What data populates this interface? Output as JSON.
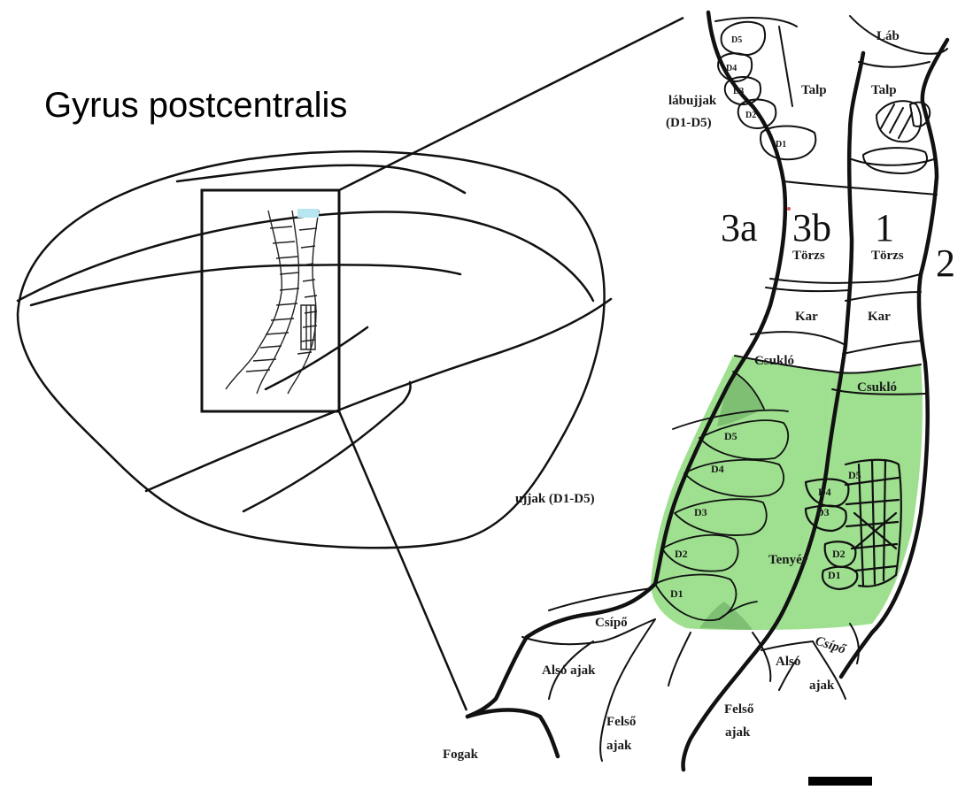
{
  "title": "Gyrus postcentralis",
  "areas": {
    "a3a": "3a",
    "a3b": "3b",
    "a1": "1",
    "a2": "2"
  },
  "labels": {
    "lab": "Láb",
    "talp_left": "Talp",
    "talp_right": "Talp",
    "labujjak_line1": "lábujjak",
    "labujjak_line2": "(D1-D5)",
    "torzs_left": "Törzs",
    "torzs_right": "Törzs",
    "kar_left": "Kar",
    "kar_right": "Kar",
    "csuklo_left": "Csukló",
    "csuklo_right": "Csukló",
    "ujjak": "ujjak (D1-D5)",
    "tenyer": "Tenyér",
    "csipo_left": "Csípő",
    "csipo_right": "Csípő",
    "also_ajak_left": "Alsó ajak",
    "also_ajak_right_1": "Alsó",
    "also_ajak_right_2": "ajak",
    "felso_ajak_left_1": "Felső",
    "felso_ajak_left_2": "ajak",
    "felso_ajak_right_1": "Felső",
    "felso_ajak_right_2": "ajak",
    "fogak": "Fogak"
  },
  "digits_left": {
    "d5": "D5",
    "d4": "D4",
    "d3": "D3",
    "d2": "D2",
    "d1": "D1"
  },
  "digits_right": {
    "d5": "D5",
    "d4": "D4",
    "d3": "D3",
    "d2": "D2",
    "d1": "D1"
  },
  "toes": {
    "t5": "D5",
    "t4": "D4",
    "t3": "D3",
    "t2": "D2",
    "t1": "D1"
  },
  "colors": {
    "hand_fill": "#9ee08f",
    "hand_dark": "#7fbf73",
    "line": "#111111"
  }
}
